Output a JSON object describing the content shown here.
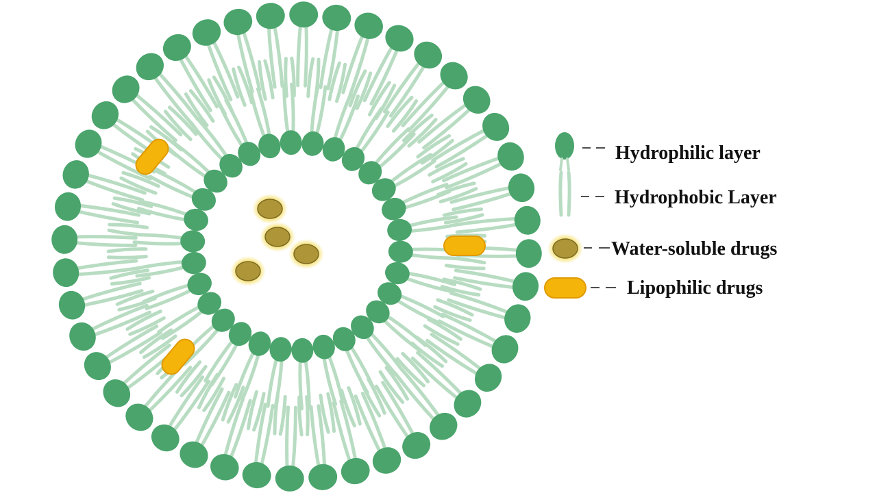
{
  "colors": {
    "lipid_head": "#4aa46c",
    "lipid_tail": "#b8dcc2",
    "water_drug_fill": "#ad9538",
    "water_drug_edge": "#7d6a22",
    "water_drug_glow": "#f4d94a",
    "lipo_drug_fill": "#f5b40a",
    "lipo_drug_edge": "#e09a00"
  },
  "legend": {
    "hydrophilic": {
      "label": "Hydrophilic layer",
      "icon": "lipid-head-icon"
    },
    "hydrophobic": {
      "label": "Hydrophobic Layer",
      "icon": "lipid-tail-icon"
    },
    "water_soluble": {
      "label": "Water-soluble drugs",
      "icon": "water-soluble-drug-icon"
    },
    "lipophilic": {
      "label": "Lipophilic drugs",
      "icon": "lipophilic-drug-icon"
    }
  }
}
